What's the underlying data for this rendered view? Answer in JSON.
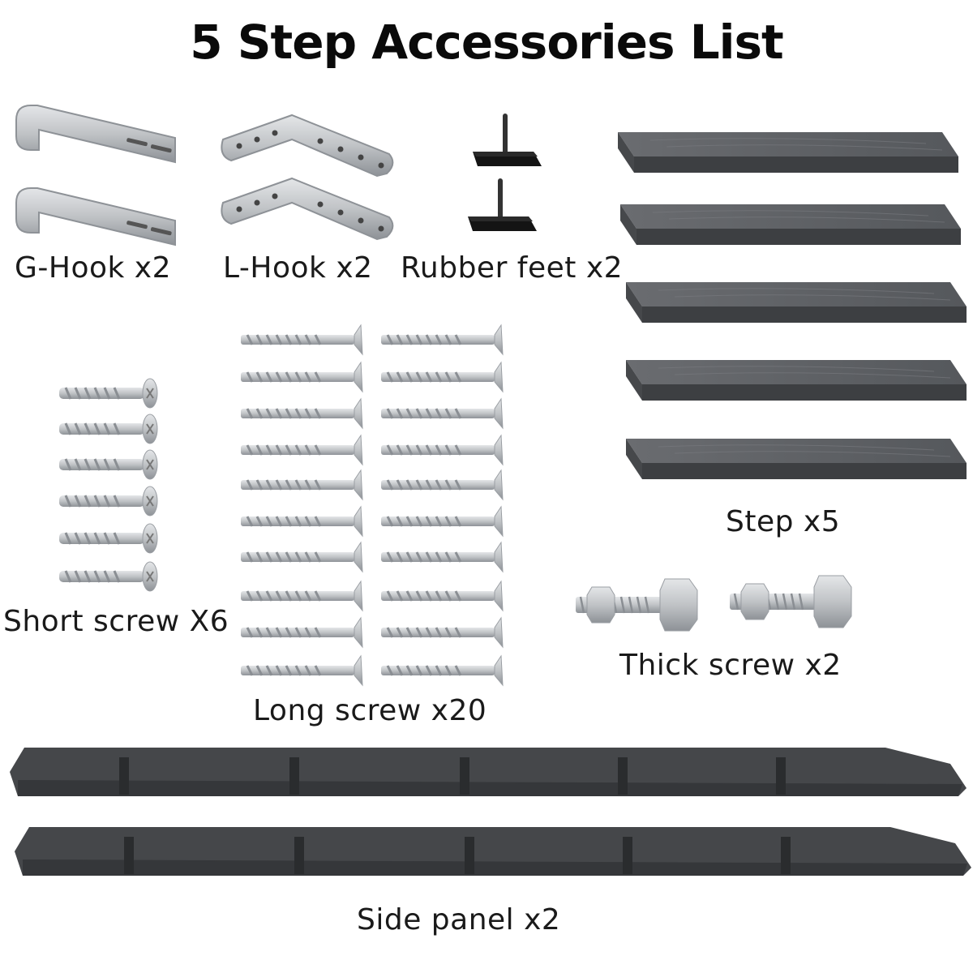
{
  "title": "5 Step Accessories List",
  "items": {
    "g_hook": "G-Hook x2",
    "l_hook": "L-Hook x2",
    "rubber_feet": "Rubber feet x2",
    "step": "Step x5",
    "short_screw": "Short screw X6",
    "long_screw": "Long screw x20",
    "thick_screw": "Thick screw x2",
    "side_panel": "Side panel x2"
  },
  "colors": {
    "metal": "#c4c6c9",
    "wood": "#55575a",
    "rubber": "#151515",
    "panel": "#404245"
  }
}
